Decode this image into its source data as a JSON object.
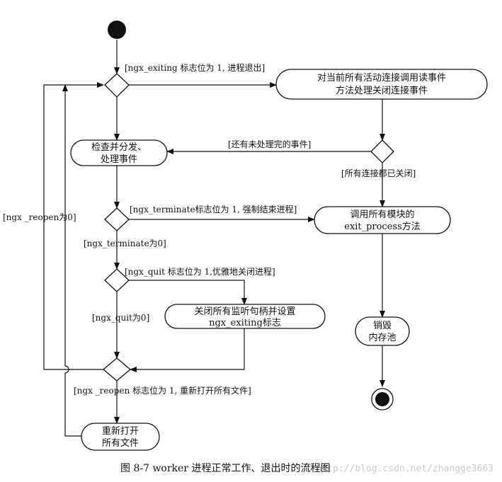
{
  "actions": {
    "close_events": [
      "对当前所有活动连接调用读事件",
      "方法处理关闭连接事件"
    ],
    "check_events": [
      "检查并分发、",
      "处理事件"
    ],
    "exit_process": [
      "调用所有模块的",
      "exit_process方法"
    ],
    "close_listen": [
      "关闭所有监听句柄并设置",
      "ngx_exiting标志"
    ],
    "destroy_pool": [
      "销毁",
      "内存池"
    ],
    "reopen_files": [
      "重新打开",
      "所有文件"
    ]
  },
  "guards": {
    "exiting_1": "[ngx_exiting 标志位为 1, 进程退出]",
    "events_left": "[还有未处理完的事件]",
    "all_closed": "[所有连接都已关闭]",
    "reopen_0": "[ngx _reopen为0]",
    "terminate_1": "[ngx_terminate标志位为 1, 强制结束进程]",
    "terminate_0": "[ngx_terminate为0]",
    "quit_1": "[ngx_quit 标志位为 1,优雅地关闭进程]",
    "quit_0": "[ngx_quit为0]",
    "reopen_1": "[ngx _reopen 标志位为 1, 重新打开所有文件]"
  },
  "caption": "图 8-7   worker 进程正常工作、退出时的流程图",
  "watermark": "http://blog.csdn.net/zhangge3663"
}
